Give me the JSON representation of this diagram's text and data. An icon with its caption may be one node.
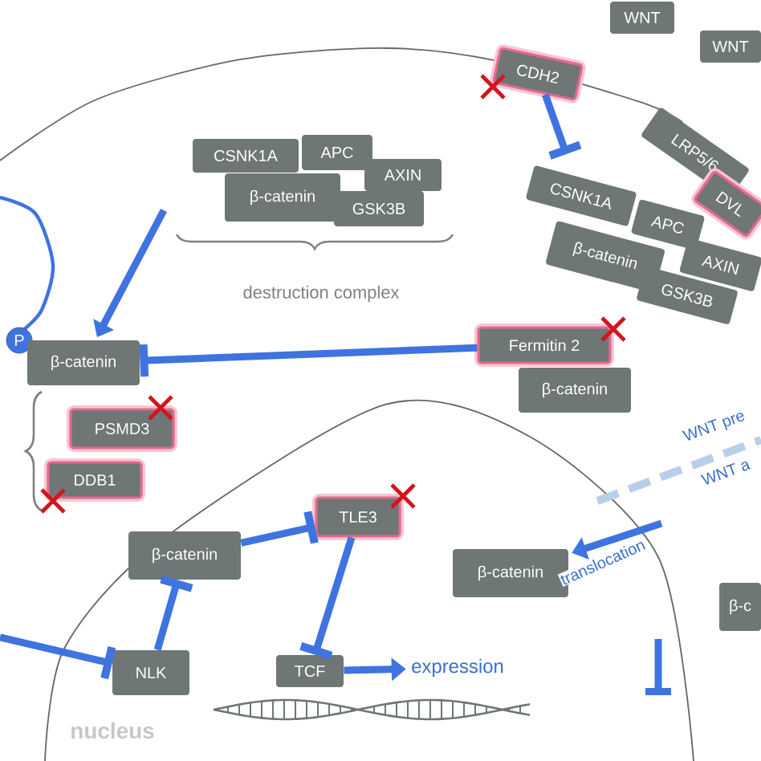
{
  "diagram": {
    "nodes": [
      {
        "text": [
          "WNT"
        ]
      },
      {
        "text": [
          "WNT"
        ]
      },
      {
        "text": [
          "CDH2"
        ]
      },
      {
        "text": [
          "LRP5/6"
        ]
      },
      {
        "text": [
          "DVL"
        ]
      },
      {
        "text": [
          "CSNK1A"
        ]
      },
      {
        "text": [
          "APC"
        ]
      },
      {
        "text": [
          "AXIN"
        ]
      },
      {
        "text": [
          "β-catenin"
        ]
      },
      {
        "text": [
          "GSK3B"
        ]
      },
      {
        "text": [
          "CSNK1A"
        ]
      },
      {
        "text": [
          "APC"
        ]
      },
      {
        "text": [
          "β-catenin"
        ]
      },
      {
        "text": [
          "AXIN"
        ]
      },
      {
        "text": [
          "GSK3B"
        ]
      },
      {
        "text": [
          "P"
        ]
      },
      {
        "text": [
          "β-catenin"
        ]
      },
      {
        "text": [
          "Fermitin 2"
        ]
      },
      {
        "text": [
          "β-catenin"
        ]
      },
      {
        "text": [
          "PSMD3"
        ]
      },
      {
        "text": [
          "DDB1"
        ]
      },
      {
        "text": [
          "β-catenin"
        ]
      },
      {
        "text": [
          "TLE3"
        ]
      },
      {
        "text": [
          "NLK"
        ]
      },
      {
        "text": [
          "TCF"
        ]
      },
      {
        "text": [
          "expression"
        ]
      },
      {
        "text": [
          "β-catenin"
        ]
      },
      {
        "text": [
          "β-c"
        ]
      }
    ],
    "edges": [
      {
        "from": null,
        "to": 16,
        "arrow": "to"
      },
      {
        "from": 2,
        "to": 10,
        "arrow": "other"
      },
      {
        "from": 17,
        "to": 16,
        "arrow": "other"
      },
      {
        "from": 21,
        "to": 22,
        "arrow": "other"
      },
      {
        "from": 23,
        "to": 21,
        "arrow": "other"
      },
      {
        "from": 22,
        "to": 24,
        "arrow": "other"
      },
      {
        "from": null,
        "to": 23,
        "arrow": "other"
      },
      {
        "from": 24,
        "to": 25,
        "arrow": "to"
      },
      {
        "from": null,
        "to": 26,
        "arrow": "to",
        "label": "translocation"
      }
    ],
    "labels": [
      "destruction complex",
      "WNT pre",
      "WNT a",
      "nucleus"
    ]
  }
}
